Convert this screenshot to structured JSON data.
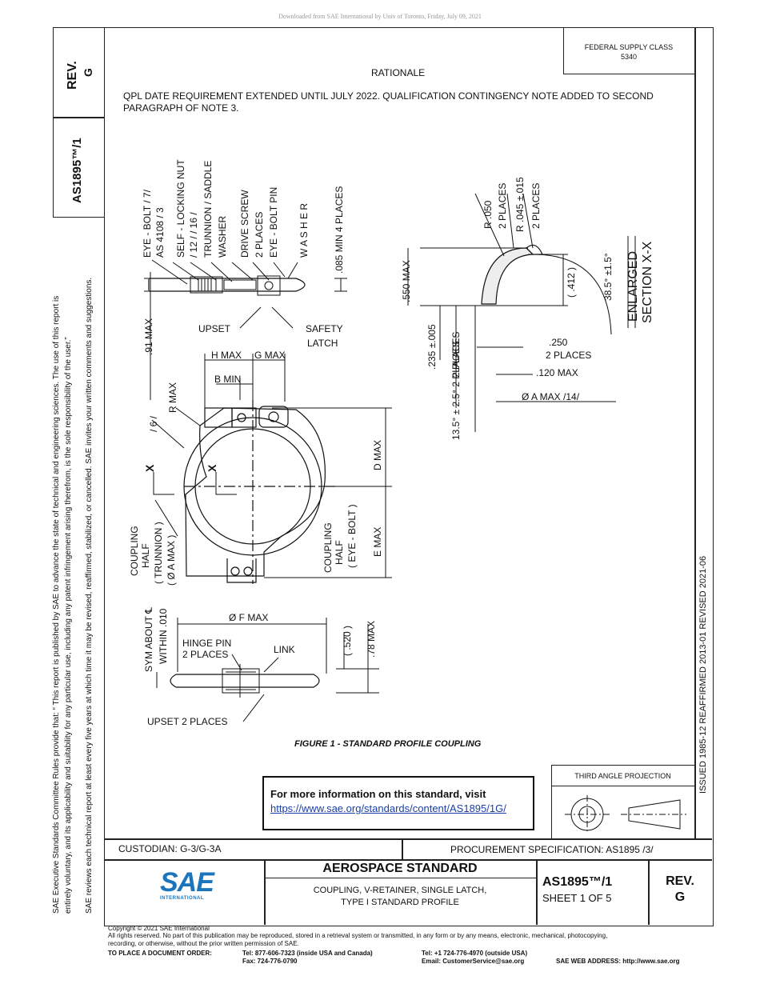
{
  "download_note": "Downloaded from SAE International by Univ of Toronto, Friday, July 09, 2021",
  "left_column": {
    "rev_label": "REV.",
    "rev_value": "G",
    "doc_number": "AS1895™/1",
    "rules_line1": "SAE Executive Standards Committee Rules provide that: “  This report is published by SAE to advance the state of technical and engineering sciences. The use of this report is",
    "rules_line2": "entirely voluntary, and its applicability and suitability for any particular use, including any patent infringement arising therefrom, is the sole responsibility of the user.”",
    "review_line": "SAE reviews each technical report at least every five years at which time it may be revised, reaffirmed, stabilized, or cancelled. SAE invites your written comments and suggestions."
  },
  "header": {
    "supply_class_label": "FEDERAL SUPPLY CLASS",
    "supply_class_value": "5340",
    "rationale_title": "RATIONALE",
    "rationale_line1": "QPL DATE REQUIREMENT EXTENDED UNTIL JULY 2022. QUALIFICATION CONTINGENCY NOTE ADDED TO SECOND",
    "rationale_line2": "PARAGRAPH OF NOTE 3."
  },
  "right_column": {
    "dates": "ISSUED 1985-12     REAFFIRMED 2013-01     REVISED 2021-06"
  },
  "drawing": {
    "top_callouts": [
      "EYE - BOLT  / 7/",
      "AS 4108 / 3",
      "SELF - LOCKING  NUT",
      "/ 12 /     / 16 /",
      "TRUNNION / SADDLE",
      "WASHER",
      "DRIVE  SCREW",
      "2  PLACES",
      "EYE - BOLT PIN",
      "W A S H E R",
      ".085  MIN  4  PLACES"
    ],
    "dim_91": ".91  MAX",
    "upset": "UPSET",
    "safety": "SAFETY",
    "latch": "LATCH",
    "h_max": "H MAX",
    "g_max": "G MAX",
    "b_min": "B MIN",
    "r_max": "R  MAX",
    "six": "/ 6 /",
    "x_label": "X",
    "d_max": "D  MAX",
    "e_max": "E  MAX",
    "half_trunnion": [
      "COUPLING",
      "HALF",
      "( TRUNNION )",
      "( Ø   A   MAX )"
    ],
    "half_eyebolt": [
      "COUPLING",
      "HALF",
      "( EYE - BOLT )"
    ],
    "sym": [
      "SYM  ABOUT ℄",
      "WITHIN .010"
    ],
    "f_max": "Ø F MAX",
    "hinge_pin": [
      "HINGE PIN",
      "2 PLACES"
    ],
    "link": "LINK",
    "dim_520": "( .520 )",
    "dim_78": ".78 MAX",
    "upset2": "UPSET  2 PLACES",
    "sec_r050": [
      "R .050",
      "2  PLACES"
    ],
    "sec_r045": [
      "R .045 ±.015",
      "2  PLACES"
    ],
    "sec_550": ".550  MAX",
    "sec_412": "( .412 )",
    "sec_angle": "38.5° ±1.5°",
    "sec_title": [
      "ENLARGED",
      "SECTION X-X"
    ],
    "sec_235": [
      ".235 ±.005",
      "2  PLACES"
    ],
    "sec_250": [
      ".250",
      "2 PLACES"
    ],
    "sec_120": ".120 MAX",
    "sec_a": "Ø A MAX  /14/",
    "sec_135": "13.5° ± 2.5°   2  PLACES"
  },
  "figure_caption": "FIGURE 1 - STANDARD PROFILE COUPLING",
  "info_box": {
    "text": "For more information on this standard, visit",
    "url": "https://www.sae.org/standards/content/AS1895/1G/"
  },
  "projection_label": "THIRD ANGLE PROJECTION",
  "title_block": {
    "custodian": "CUSTODIAN: G-3/G-3A",
    "procurement": "PROCUREMENT SPECIFICATION: AS1895 /3/",
    "logo_text": "SAE",
    "logo_sub": "INTERNATIONAL",
    "standard_type": "AEROSPACE STANDARD",
    "title_line1": "COUPLING, V-RETAINER, SINGLE LATCH,",
    "title_line2": "TYPE I STANDARD PROFILE",
    "doc_number": "AS1895™/1",
    "sheet": "SHEET 1 OF 5",
    "rev_label": "REV.",
    "rev_value": "G"
  },
  "footer": {
    "copyright": "Copyright © 2021 SAE International",
    "rights_line1": "All rights reserved. No part of this publication may be reproduced, stored in a retrieval system or transmitted, in any form or by any means, electronic, mechanical, photocopying,",
    "rights_line2": "recording, or otherwise, without the prior written permission of SAE.",
    "order_label": "TO PLACE A DOCUMENT ORDER:",
    "tel_usa": "Tel:  877-606-7323 (inside USA and Canada)",
    "fax": "Fax:  724-776-0790",
    "tel_out": "Tel:  +1 724-776-4970 (outside USA)",
    "email": "Email:  CustomerService@sae.org",
    "web": "SAE WEB ADDRESS:  http://www.sae.org"
  },
  "colors": {
    "logo_blue": "#1b75bc",
    "link_blue": "#1a3fa8"
  }
}
